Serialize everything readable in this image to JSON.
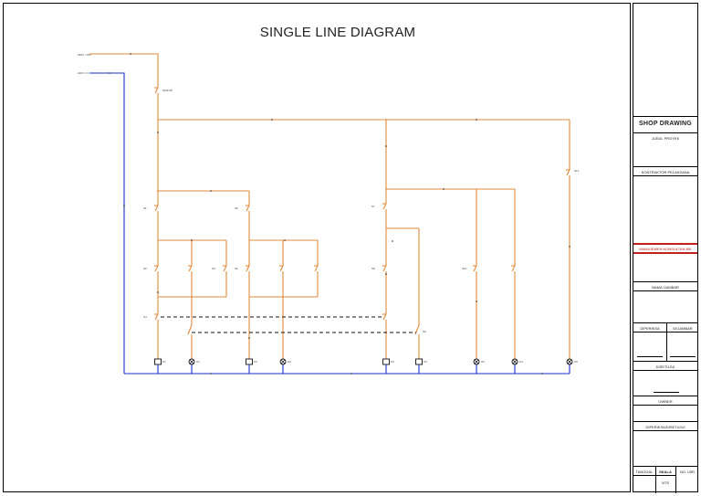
{
  "diagram": {
    "title": "SINGLE LINE DIAGRAM",
    "line_color": "#e08a3a",
    "neutral_color": "#1a2fd0",
    "dashed_color": "#111111",
    "supply_labels": [
      "220V / 1Ph",
      "220V / N"
    ],
    "main_switch_label": "MCB 2P",
    "contact_labels": [
      "S1",
      "S2",
      "S3",
      "S4",
      "S5",
      "S6",
      "S7",
      "S8",
      "S9",
      "S10",
      "S11"
    ],
    "load_labels": [
      "K1",
      "H1",
      "K2",
      "H2",
      "K3",
      "K4",
      "H3",
      "H4",
      "H5"
    ]
  },
  "title_block": {
    "shop_drawing": "SHOP DRAWING",
    "judul_proyek": "JUDUL PROYEK",
    "kontraktor": "KONTRAKTOR PELAKSANA",
    "manajemen": "MANAJEMEN KONSULTAN MK",
    "nama_gambar": "NAMA GAMBAR",
    "diperiksa": "DIPERIKSA",
    "digambar": "DIGAMBAR",
    "disetujui": "DISETUJUI",
    "owner": "OWNER",
    "diperiksa_disetujui": "DIPERIKSA/DISETUJUI",
    "tanggal": "TANGGAL",
    "skala": "SKALA",
    "no_lbr": "NO. LBR",
    "nts": "NTS"
  }
}
